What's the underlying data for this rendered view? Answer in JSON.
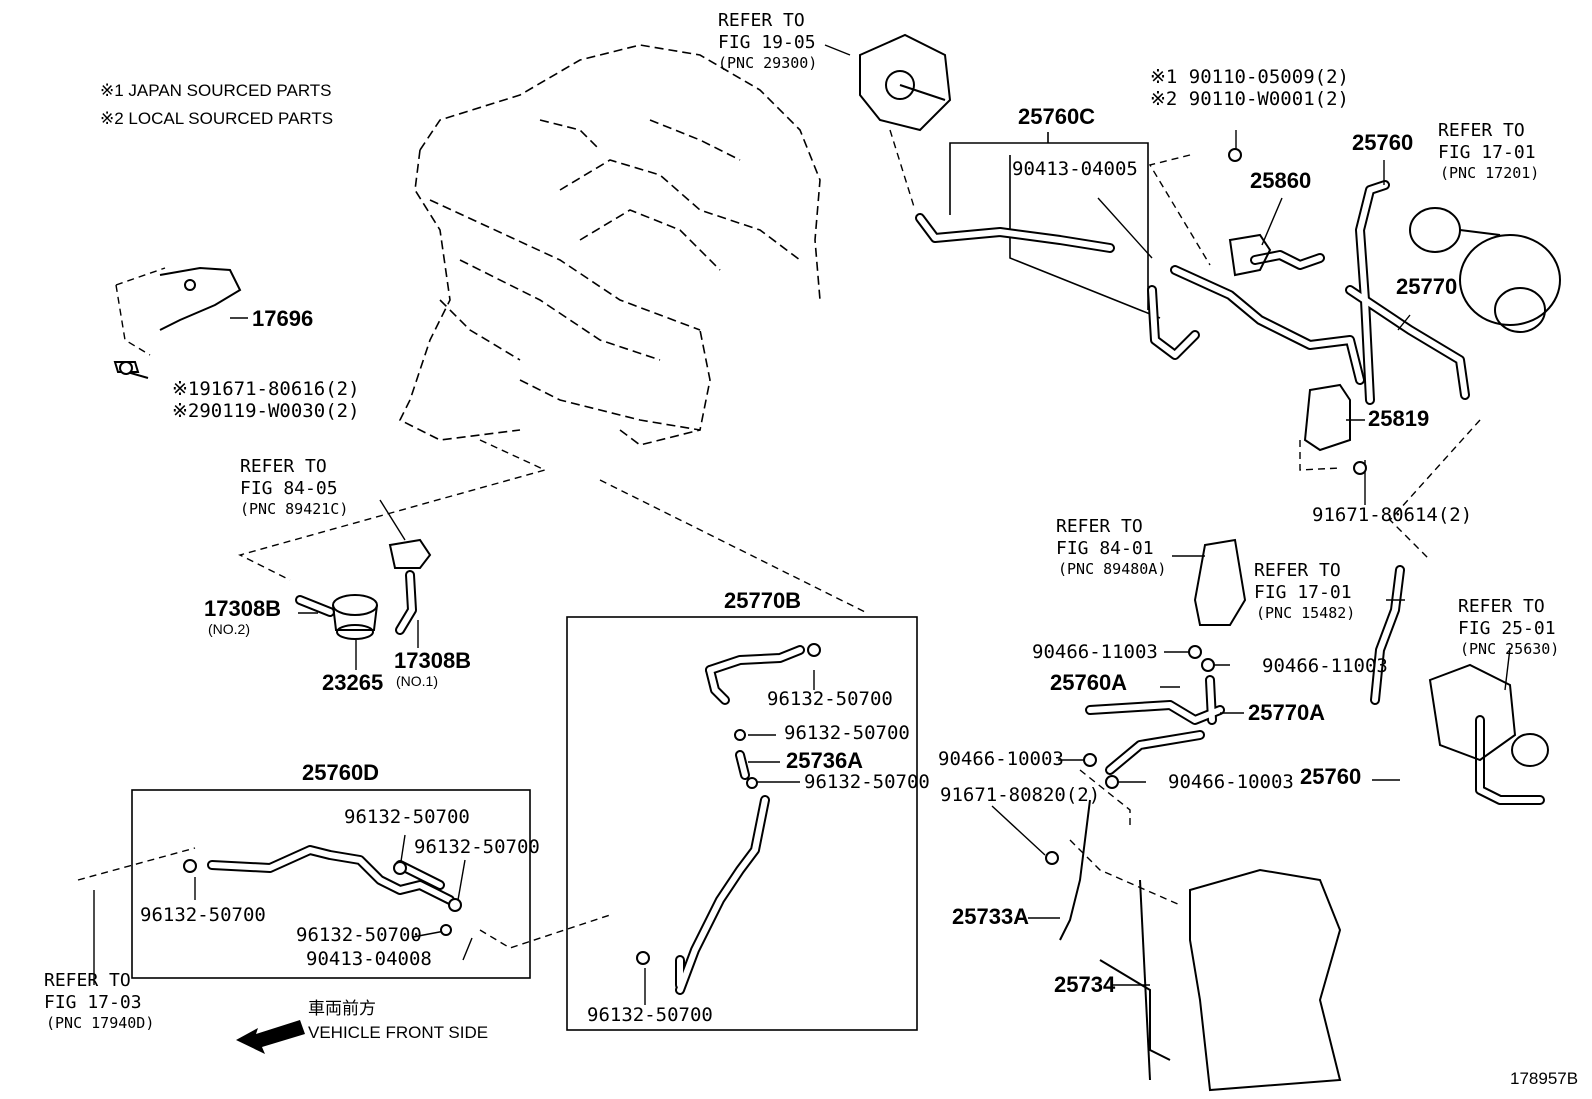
{
  "notes": {
    "japan": "※1 JAPAN SOURCED PARTS",
    "local": "※2 LOCAL SOURCED PARTS"
  },
  "refs": {
    "r1905": {
      "refer": "REFER TO",
      "fig": "FIG 19-05",
      "pnc": "(PNC 29300)"
    },
    "r1701a": {
      "refer": "REFER TO",
      "fig": "FIG 17-01",
      "pnc": "(PNC 17201)"
    },
    "r8405": {
      "refer": "REFER TO",
      "fig": "FIG 84-05",
      "pnc": "(PNC 89421C)"
    },
    "r8401": {
      "refer": "REFER TO",
      "fig": "FIG 84-01",
      "pnc": "(PNC 89480A)"
    },
    "r1701b": {
      "refer": "REFER TO",
      "fig": "FIG 17-01",
      "pnc": "(PNC 15482)"
    },
    "r2501": {
      "refer": "REFER TO",
      "fig": "FIG 25-01",
      "pnc": "(PNC 25630)"
    },
    "r1703": {
      "refer": "REFER TO",
      "fig": "FIG 17-03",
      "pnc": "(PNC 17940D)"
    }
  },
  "parts": {
    "p25760C": "25760C",
    "p90413_04005": "90413-04005",
    "p90110_1": "※1 90110-05009(2)",
    "p90110_2": "※2 90110-W0001(2)",
    "p25860": "25860",
    "p25760_top": "25760",
    "p25770": "25770",
    "p25819": "25819",
    "p91671_80614": "91671-80614(2)",
    "p17696": "17696",
    "p191671": "※191671-80616(2)",
    "p290119": "※290119-W0030(2)",
    "p17308B_2": "17308B",
    "p17308B_2sub": "(NO.2)",
    "p23265": "23265",
    "p17308B_1": "17308B",
    "p17308B_1sub": "(NO.1)",
    "p25770B": "25770B",
    "b_96132_a": "96132-50700",
    "b_96132_b": "96132-50700",
    "p25736A": "25736A",
    "b_96132_c": "96132-50700",
    "b_96132_d": "96132-50700",
    "p25760D": "25760D",
    "d_96132_a": "96132-50700",
    "d_96132_b": "96132-50700",
    "d_96132_c": "96132-50700",
    "d_96132_d": "96132-50700",
    "d_90413_04008": "90413-04008",
    "p90466_a": "90466-11003",
    "p90466_b": "90466-11003",
    "p25760A": "25760A",
    "p25770A": "25770A",
    "p90466_c": "90466-10003",
    "p90466_d": "90466-10003",
    "p91671_80820": "91671-80820(2)",
    "p25760_bot": "25760",
    "p25733A": "25733A",
    "p25734": "25734"
  },
  "front": {
    "jp": "車両前方",
    "en": "VEHICLE FRONT SIDE"
  },
  "figure_id": "178957B"
}
